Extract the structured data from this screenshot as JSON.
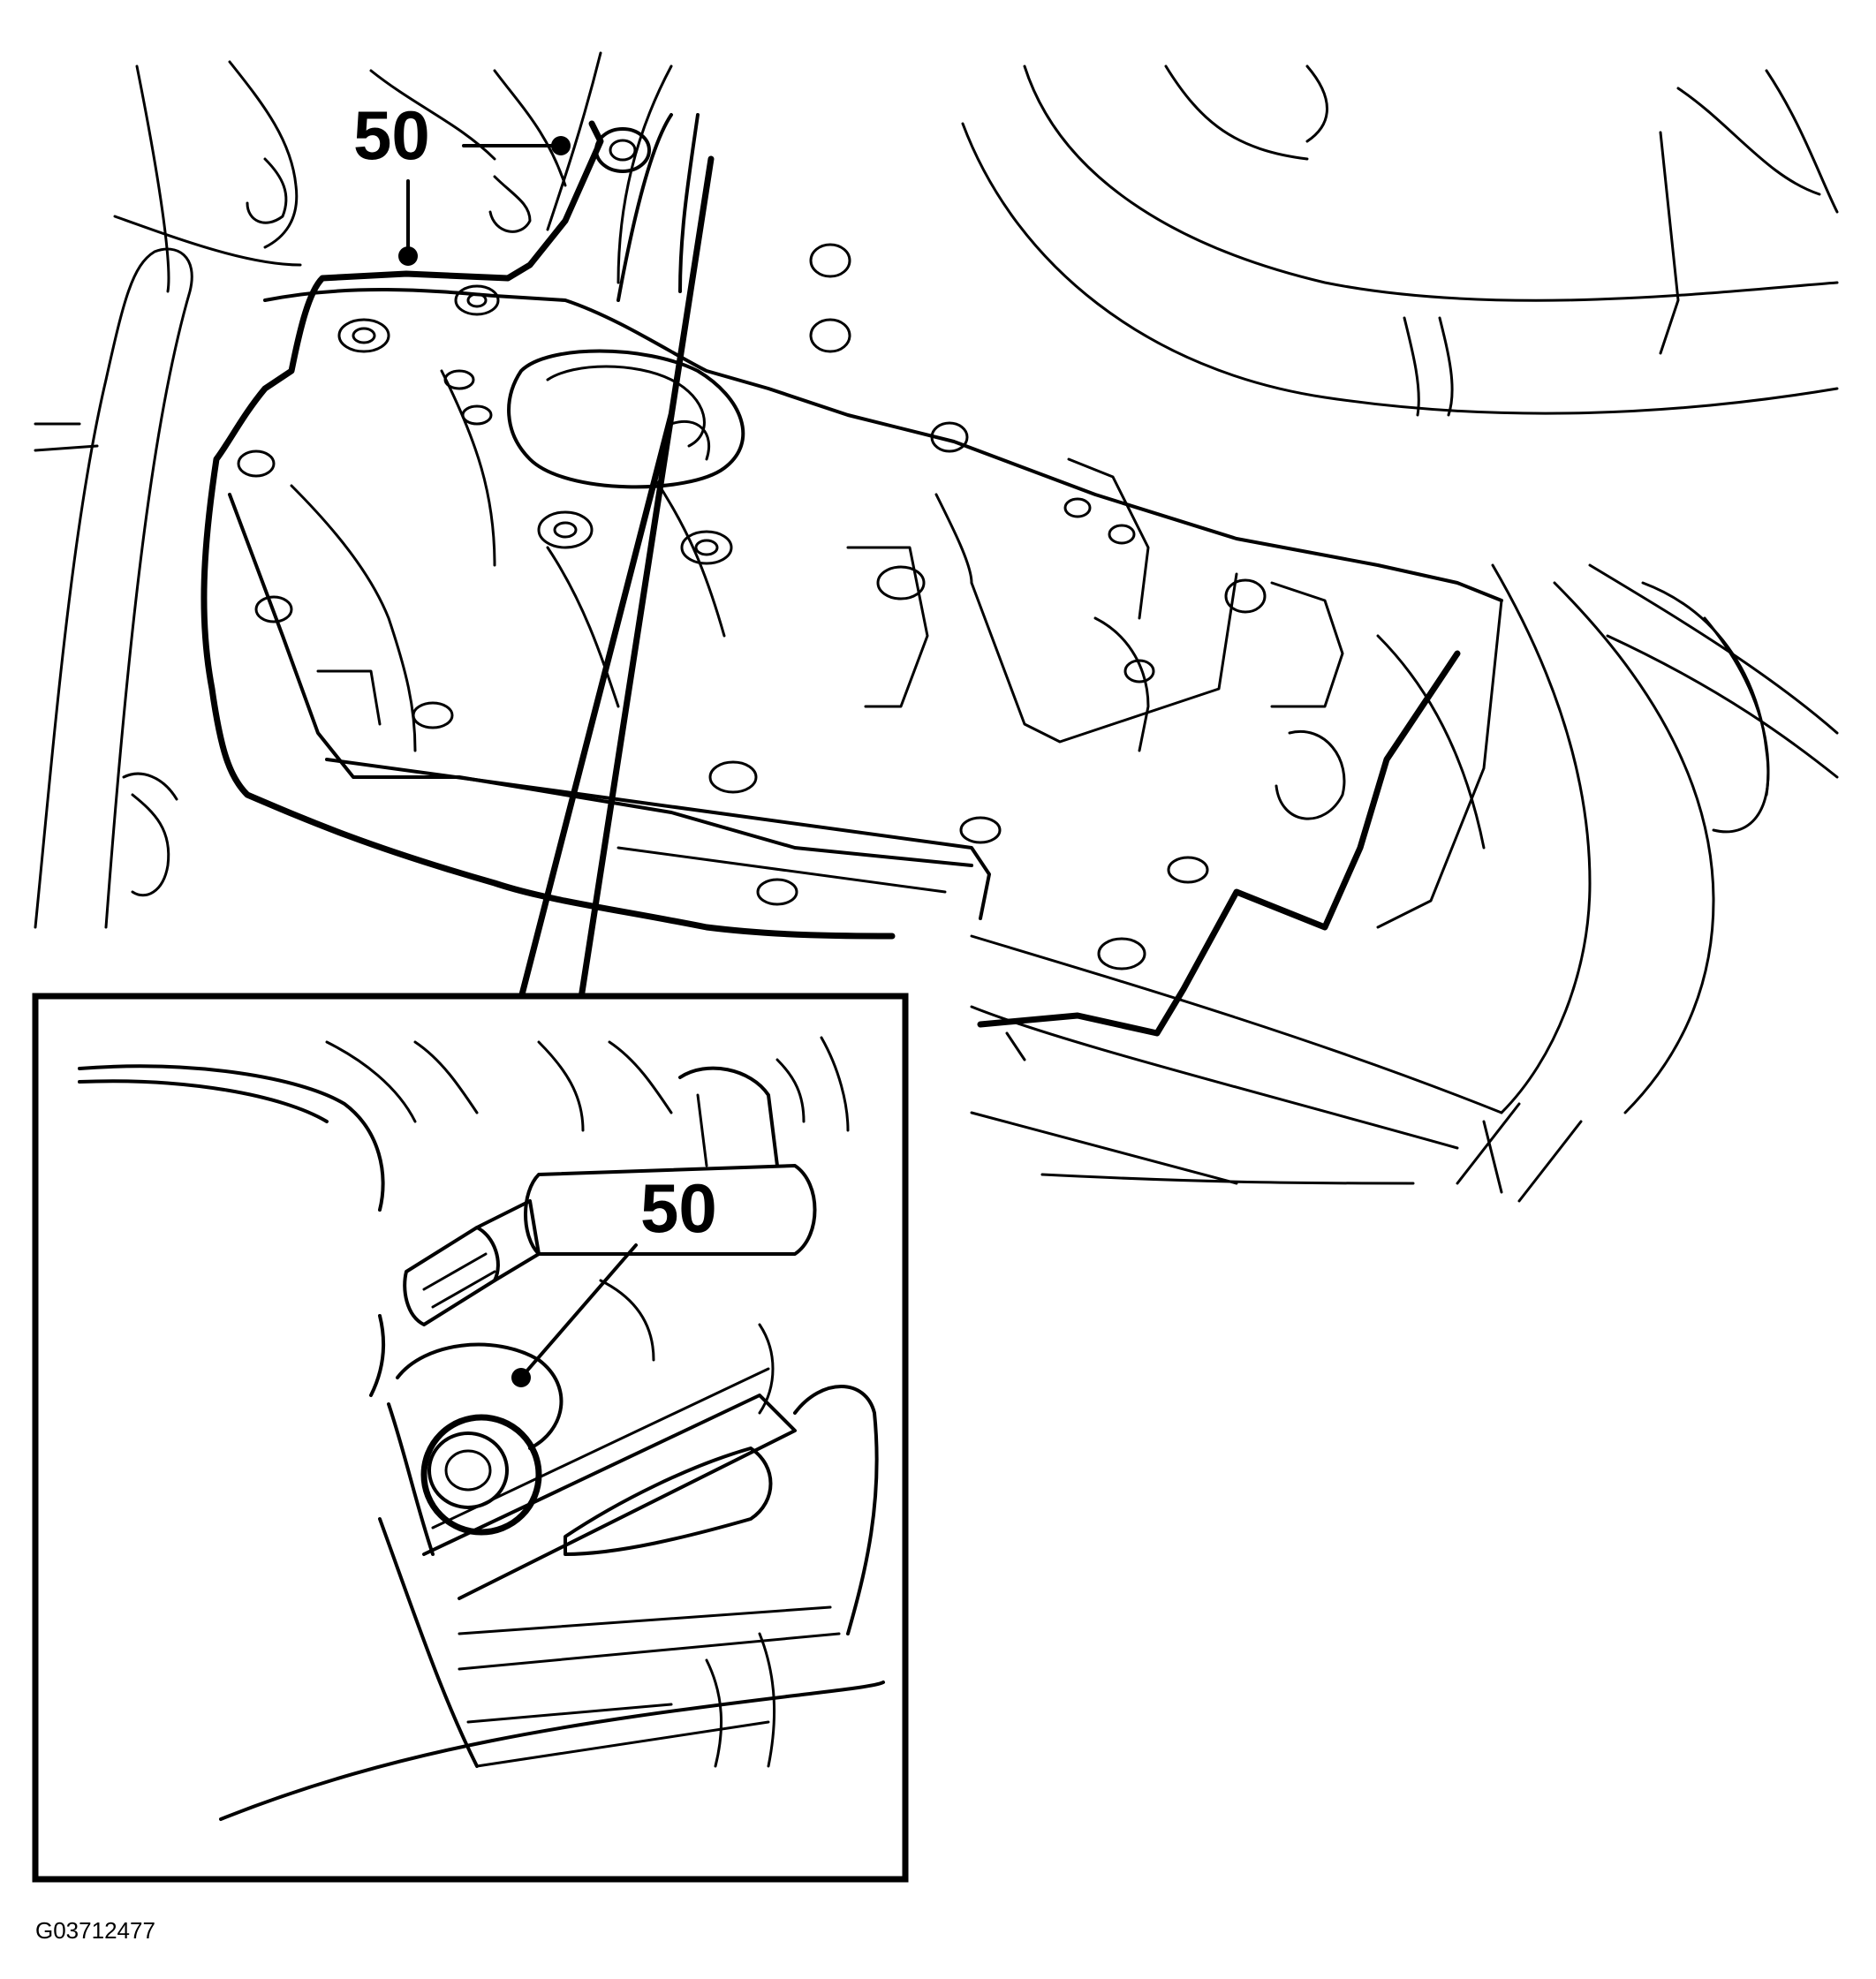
{
  "figure": {
    "callouts": [
      {
        "id": "main-callout",
        "text": "50"
      },
      {
        "id": "inset-callout",
        "text": "50"
      }
    ],
    "figure_id": "G03712477"
  }
}
